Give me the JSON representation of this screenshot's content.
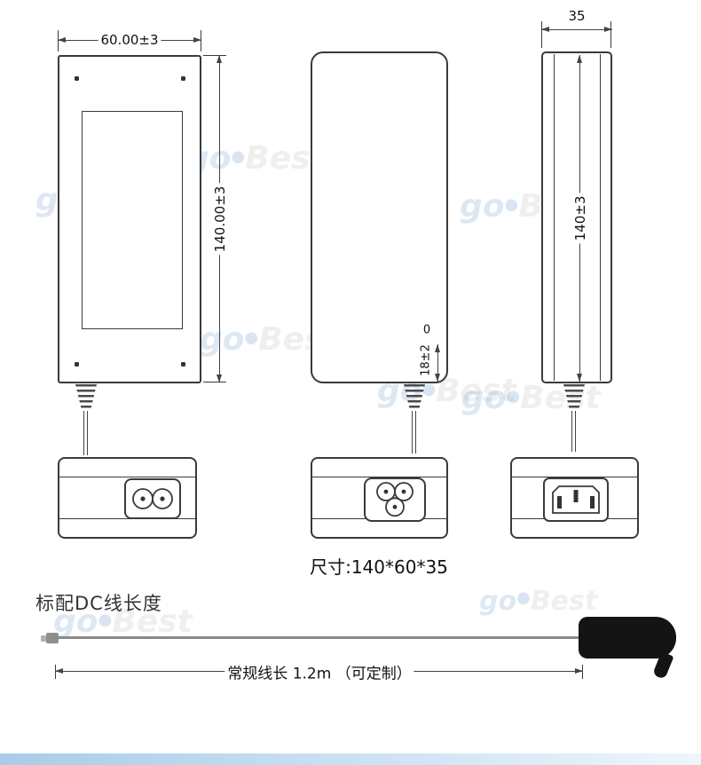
{
  "colors": {
    "line": "#3a3a3a",
    "plug_black": "#141414",
    "watermark_blue": "#7fa9d2",
    "watermark_gray": "#c3c3c3",
    "footer_bar_left": "#a9cce8",
    "footer_bar_right": "#eef6fc"
  },
  "watermark": {
    "go": "go",
    "dot": "●",
    "best": "Best"
  },
  "views": {
    "front": {
      "width_dim": "60.00±3",
      "height_dim": "140.00±3"
    },
    "side": {
      "zero_mark": "0",
      "outlet_dim": "18±2"
    },
    "edge": {
      "width_dim": "35",
      "height_dim": "140±3"
    }
  },
  "labels": {
    "size_label": "尺寸:140*60*35",
    "dc_heading": "标配DC线长度",
    "cable_length": "常规线长 1.2m （可定制）"
  }
}
